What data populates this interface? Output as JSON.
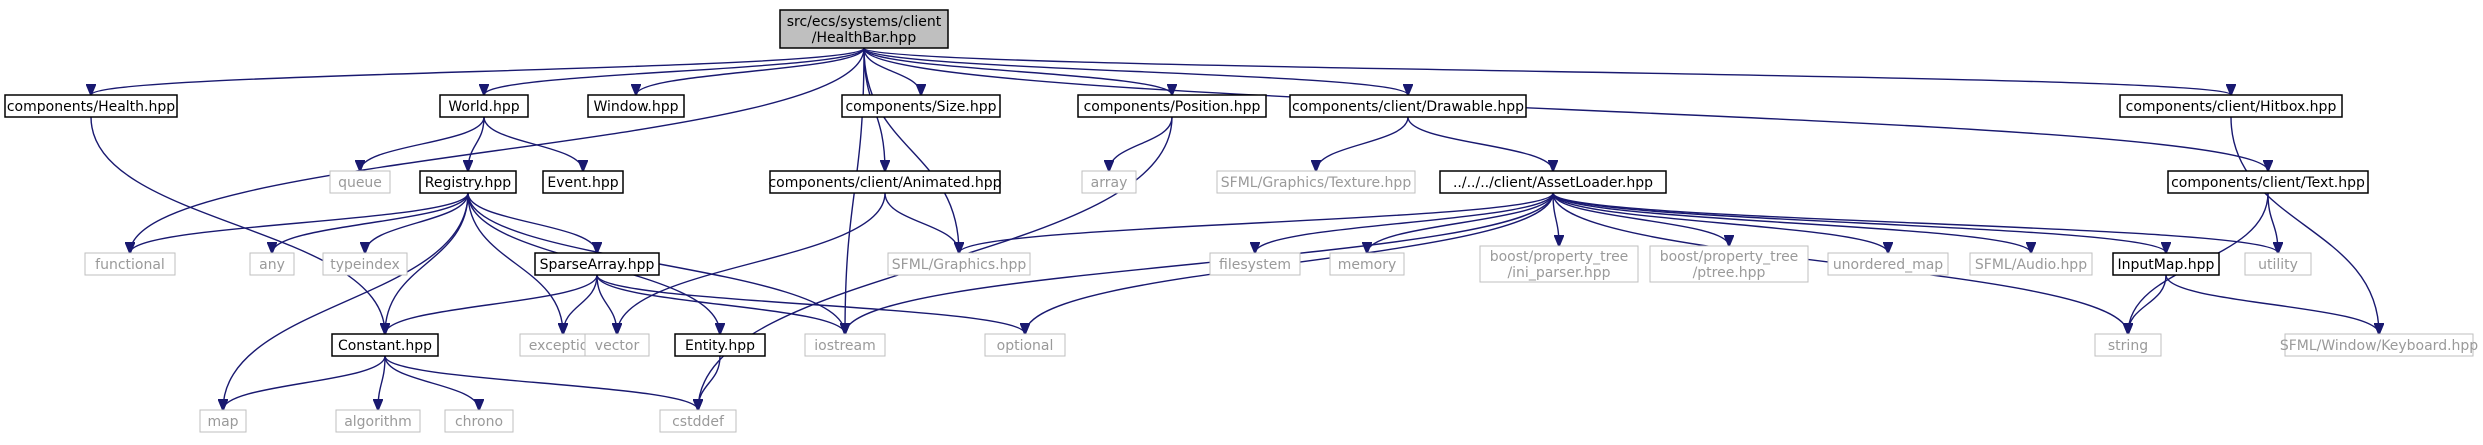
{
  "diagram": {
    "colors": {
      "edge": "#191970",
      "root_fill": "#bfbfbf",
      "system_text": "#9a9a9a",
      "system_border": "#bfbfbf"
    },
    "nodes": [
      {
        "id": "root",
        "kind": "root",
        "lines": [
          "src/ecs/systems/client",
          "/HealthBar.hpp"
        ]
      },
      {
        "id": "health",
        "kind": "box",
        "lines": [
          "components/Health.hpp"
        ]
      },
      {
        "id": "world",
        "kind": "box",
        "lines": [
          "World.hpp"
        ]
      },
      {
        "id": "window",
        "kind": "box",
        "lines": [
          "Window.hpp"
        ]
      },
      {
        "id": "size",
        "kind": "box",
        "lines": [
          "components/Size.hpp"
        ]
      },
      {
        "id": "position",
        "kind": "box",
        "lines": [
          "components/Position.hpp"
        ]
      },
      {
        "id": "drawable",
        "kind": "box",
        "lines": [
          "components/client/Drawable.hpp"
        ]
      },
      {
        "id": "hitbox",
        "kind": "box",
        "lines": [
          "components/client/Hitbox.hpp"
        ]
      },
      {
        "id": "queue",
        "kind": "sys",
        "lines": [
          "queue"
        ]
      },
      {
        "id": "registry",
        "kind": "box",
        "lines": [
          "Registry.hpp"
        ]
      },
      {
        "id": "event",
        "kind": "box",
        "lines": [
          "Event.hpp"
        ]
      },
      {
        "id": "animated",
        "kind": "box",
        "lines": [
          "components/client/Animated.hpp"
        ]
      },
      {
        "id": "array",
        "kind": "sys",
        "lines": [
          "array"
        ]
      },
      {
        "id": "sfmltexture",
        "kind": "sys",
        "lines": [
          "SFML/Graphics/Texture.hpp"
        ]
      },
      {
        "id": "assetloader",
        "kind": "box",
        "lines": [
          "../../../client/AssetLoader.hpp"
        ]
      },
      {
        "id": "text",
        "kind": "box",
        "lines": [
          "components/client/Text.hpp"
        ]
      },
      {
        "id": "functional",
        "kind": "sys",
        "lines": [
          "functional"
        ]
      },
      {
        "id": "any",
        "kind": "sys",
        "lines": [
          "any"
        ]
      },
      {
        "id": "typeindex",
        "kind": "sys",
        "lines": [
          "typeindex"
        ]
      },
      {
        "id": "sparsearray",
        "kind": "box",
        "lines": [
          "SparseArray.hpp"
        ]
      },
      {
        "id": "sfmlgraphics",
        "kind": "sys",
        "lines": [
          "SFML/Graphics.hpp"
        ]
      },
      {
        "id": "filesystem",
        "kind": "sys",
        "lines": [
          "filesystem"
        ]
      },
      {
        "id": "memory",
        "kind": "sys",
        "lines": [
          "memory"
        ]
      },
      {
        "id": "iniparser",
        "kind": "sys",
        "lines": [
          "boost/property_tree",
          "/ini_parser.hpp"
        ]
      },
      {
        "id": "ptree",
        "kind": "sys",
        "lines": [
          "boost/property_tree",
          "/ptree.hpp"
        ]
      },
      {
        "id": "unorderedmap",
        "kind": "sys",
        "lines": [
          "unordered_map"
        ]
      },
      {
        "id": "sfmlaudio",
        "kind": "sys",
        "lines": [
          "SFML/Audio.hpp"
        ]
      },
      {
        "id": "inputmap",
        "kind": "box",
        "lines": [
          "InputMap.hpp"
        ]
      },
      {
        "id": "utility",
        "kind": "sys",
        "lines": [
          "utility"
        ]
      },
      {
        "id": "constant",
        "kind": "box",
        "lines": [
          "Constant.hpp"
        ]
      },
      {
        "id": "exception",
        "kind": "sys",
        "lines": [
          "exception"
        ]
      },
      {
        "id": "vector",
        "kind": "sys",
        "lines": [
          "vector"
        ]
      },
      {
        "id": "entity",
        "kind": "box",
        "lines": [
          "Entity.hpp"
        ]
      },
      {
        "id": "iostream",
        "kind": "sys",
        "lines": [
          "iostream"
        ]
      },
      {
        "id": "optional",
        "kind": "sys",
        "lines": [
          "optional"
        ]
      },
      {
        "id": "string",
        "kind": "sys",
        "lines": [
          "string"
        ]
      },
      {
        "id": "sfmlkeyboard",
        "kind": "sys",
        "lines": [
          "SFML/Window/Keyboard.hpp"
        ]
      },
      {
        "id": "map",
        "kind": "sys",
        "lines": [
          "map"
        ]
      },
      {
        "id": "algorithm",
        "kind": "sys",
        "lines": [
          "algorithm"
        ]
      },
      {
        "id": "chrono",
        "kind": "sys",
        "lines": [
          "chrono"
        ]
      },
      {
        "id": "cstddef",
        "kind": "sys",
        "lines": [
          "cstddef"
        ]
      }
    ],
    "edges": [
      [
        "root",
        "health"
      ],
      [
        "root",
        "functional"
      ],
      [
        "root",
        "world"
      ],
      [
        "root",
        "window"
      ],
      [
        "root",
        "animated"
      ],
      [
        "root",
        "iostream"
      ],
      [
        "root",
        "size"
      ],
      [
        "root",
        "sfmlgraphics"
      ],
      [
        "root",
        "position"
      ],
      [
        "root",
        "drawable"
      ],
      [
        "root",
        "text"
      ],
      [
        "root",
        "hitbox"
      ],
      [
        "health",
        "constant"
      ],
      [
        "world",
        "queue"
      ],
      [
        "world",
        "registry"
      ],
      [
        "world",
        "event"
      ],
      [
        "registry",
        "functional"
      ],
      [
        "registry",
        "map"
      ],
      [
        "registry",
        "any"
      ],
      [
        "registry",
        "typeindex"
      ],
      [
        "registry",
        "constant"
      ],
      [
        "registry",
        "exception"
      ],
      [
        "registry",
        "sparsearray"
      ],
      [
        "registry",
        "entity"
      ],
      [
        "registry",
        "iostream"
      ],
      [
        "sparsearray",
        "constant"
      ],
      [
        "sparsearray",
        "exception"
      ],
      [
        "sparsearray",
        "vector"
      ],
      [
        "sparsearray",
        "iostream"
      ],
      [
        "sparsearray",
        "optional"
      ],
      [
        "constant",
        "map"
      ],
      [
        "constant",
        "algorithm"
      ],
      [
        "constant",
        "chrono"
      ],
      [
        "constant",
        "cstddef"
      ],
      [
        "entity",
        "cstddef"
      ],
      [
        "animated",
        "vector"
      ],
      [
        "animated",
        "sfmlgraphics"
      ],
      [
        "position",
        "array"
      ],
      [
        "position",
        "cstddef"
      ],
      [
        "drawable",
        "sfmltexture"
      ],
      [
        "drawable",
        "assetloader"
      ],
      [
        "assetloader",
        "sfmlgraphics"
      ],
      [
        "assetloader",
        "iostream"
      ],
      [
        "assetloader",
        "optional"
      ],
      [
        "assetloader",
        "filesystem"
      ],
      [
        "assetloader",
        "memory"
      ],
      [
        "assetloader",
        "iniparser"
      ],
      [
        "assetloader",
        "ptree"
      ],
      [
        "assetloader",
        "unorderedmap"
      ],
      [
        "assetloader",
        "sfmlaudio"
      ],
      [
        "assetloader",
        "inputmap"
      ],
      [
        "assetloader",
        "utility"
      ],
      [
        "assetloader",
        "string"
      ],
      [
        "inputmap",
        "string"
      ],
      [
        "inputmap",
        "sfmlkeyboard"
      ],
      [
        "text",
        "utility"
      ],
      [
        "text",
        "string"
      ],
      [
        "hitbox",
        "sfmlkeyboard"
      ]
    ]
  }
}
